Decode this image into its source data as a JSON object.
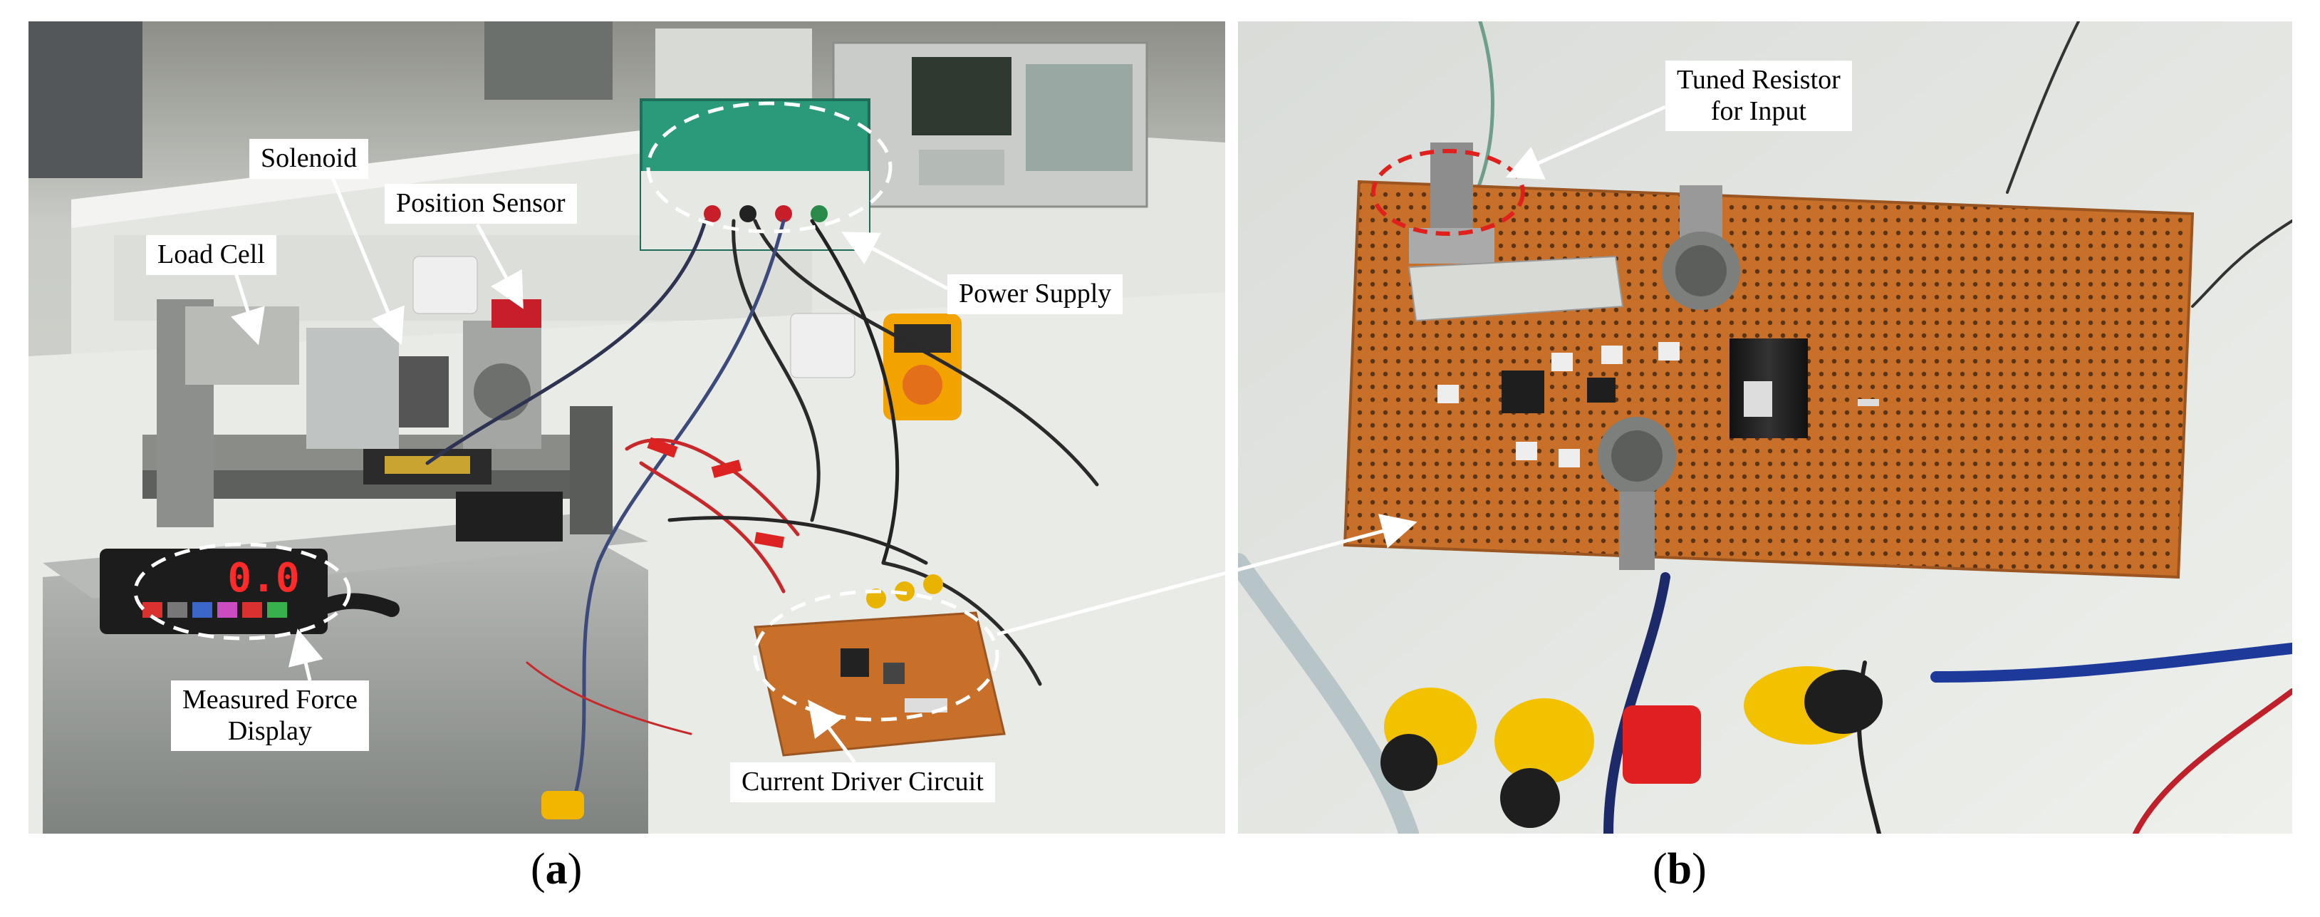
{
  "panel_a": {
    "labels": {
      "solenoid": "Solenoid",
      "position_sensor": "Position Sensor",
      "load_cell": "Load Cell",
      "power_supply": "Power Supply",
      "measured_force_line1": "Measured Force",
      "measured_force_line2": "Display",
      "current_driver": "Current Driver Circuit",
      "display_reading": "0.0"
    },
    "caption": {
      "open": "(",
      "letter": "a",
      "close": ")"
    }
  },
  "panel_b": {
    "labels": {
      "tuned_resistor_line1": "Tuned Resistor",
      "tuned_resistor_line2": "for Input"
    },
    "caption": {
      "open": "(",
      "letter": "b",
      "close": ")"
    }
  },
  "colors": {
    "pcb": "#c8702a",
    "highlight_white": "#ffffff",
    "highlight_red": "#e0201c",
    "display_digits": "#ff2a2a"
  }
}
